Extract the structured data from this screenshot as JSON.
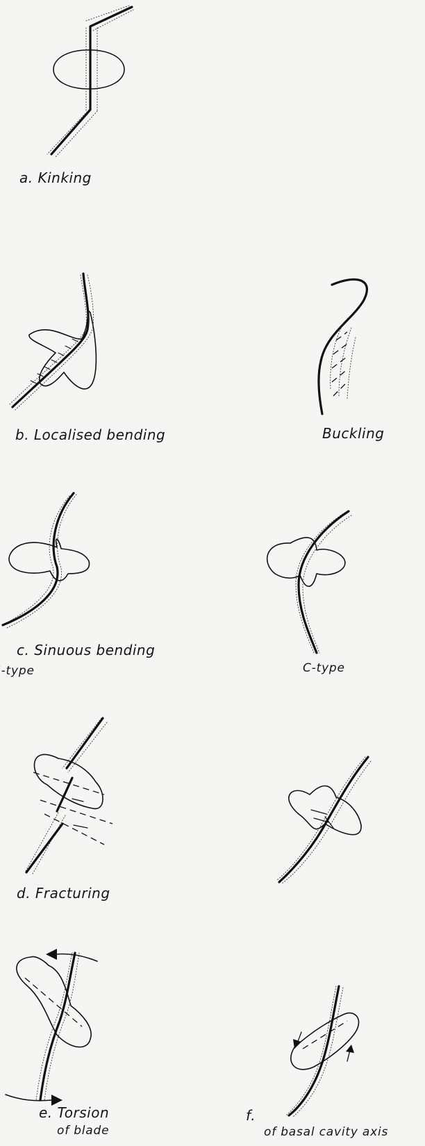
{
  "figure": {
    "panels": [
      {
        "id": "a",
        "caption": "a. Kinking"
      },
      {
        "id": "b",
        "caption": "b. Localised bending"
      },
      {
        "id": "buckling",
        "caption": "Buckling"
      },
      {
        "id": "c",
        "caption": "c. Sinuous bending",
        "sub_caption": "S-type"
      },
      {
        "id": "c2",
        "sub_caption": "C-type"
      },
      {
        "id": "d",
        "caption": "d. Fracturing"
      },
      {
        "id": "e",
        "caption": "e. Torsion",
        "sub_caption": "of blade"
      },
      {
        "id": "f",
        "caption": "f.",
        "sub_caption": "of basal cavity axis"
      }
    ]
  }
}
